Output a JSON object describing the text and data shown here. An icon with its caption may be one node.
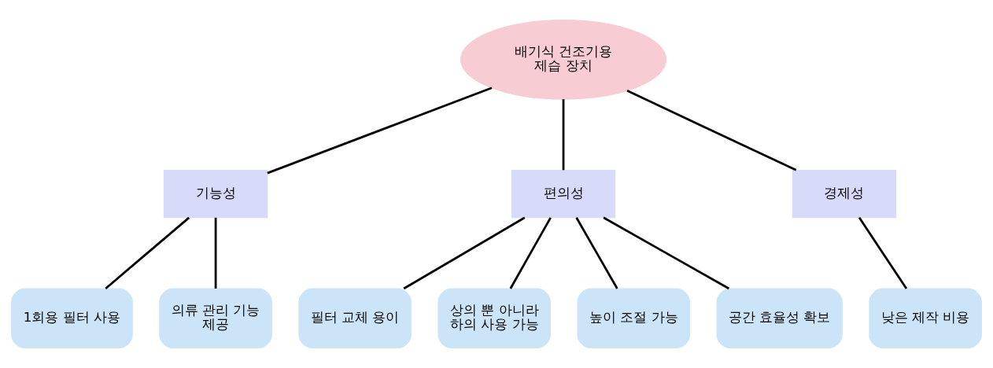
{
  "diagram": {
    "nodes": [
      {
        "text": [
          "배기식 건조기용 제습 장치"
        ]
      },
      {
        "text": [
          "기능성"
        ]
      },
      {
        "text": [
          "편의성"
        ]
      },
      {
        "text": [
          "경제성"
        ]
      },
      {
        "text": [
          "1회용 필터 사용"
        ]
      },
      {
        "text": [
          "의류 관리 기능 제공"
        ]
      },
      {
        "text": [
          "필터 교체 용이"
        ]
      },
      {
        "text": [
          "상의 뿐 아니라 하의 사용 가능"
        ]
      },
      {
        "text": [
          "높이 조절 가능"
        ]
      },
      {
        "text": [
          "공간 효율성 확보"
        ]
      },
      {
        "text": [
          "낮은 제작 비용"
        ]
      }
    ],
    "edges": [
      {
        "from": 0,
        "to": 1,
        "arrow": "none"
      },
      {
        "from": 0,
        "to": 2,
        "arrow": "none"
      },
      {
        "from": 0,
        "to": 3,
        "arrow": "none"
      },
      {
        "from": 1,
        "to": 4,
        "arrow": "none"
      },
      {
        "from": 1,
        "to": 5,
        "arrow": "none"
      },
      {
        "from": 2,
        "to": 6,
        "arrow": "none"
      },
      {
        "from": 2,
        "to": 7,
        "arrow": "none"
      },
      {
        "from": 2,
        "to": 8,
        "arrow": "none"
      },
      {
        "from": 2,
        "to": 9,
        "arrow": "none"
      },
      {
        "from": 3,
        "to": 10,
        "arrow": "none"
      }
    ]
  }
}
